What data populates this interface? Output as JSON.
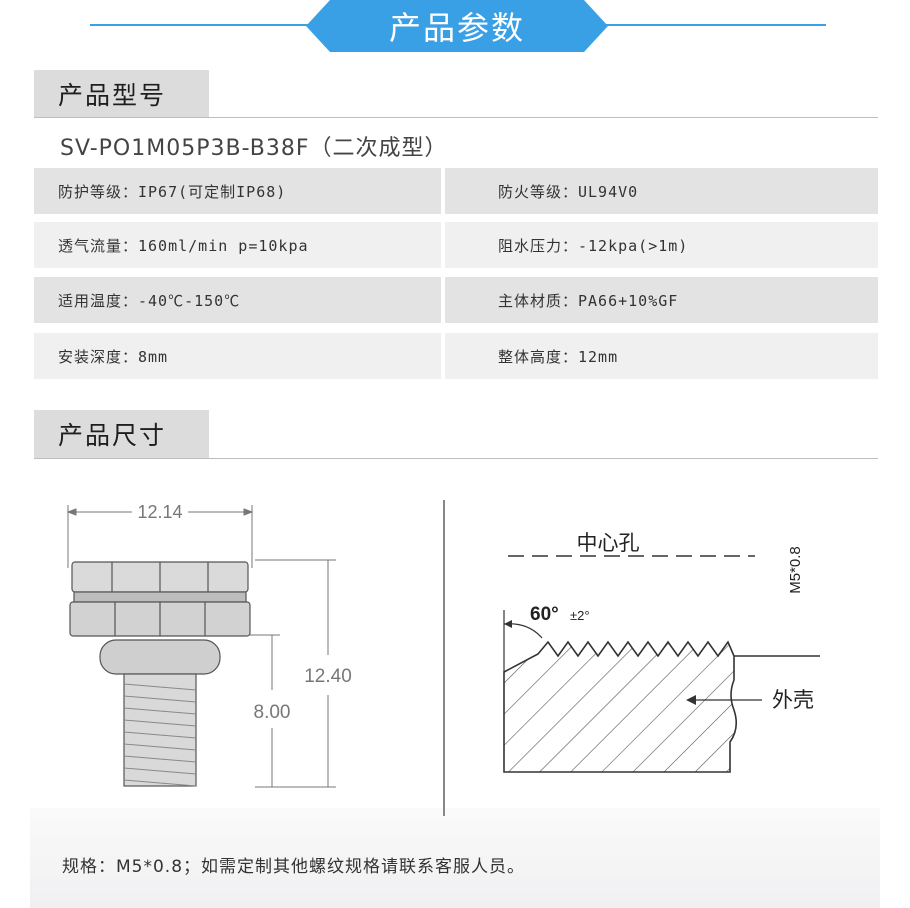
{
  "header": {
    "title": "产品参数"
  },
  "section_model": {
    "title": "产品型号",
    "model": "SV-PO1M05P3B-B38F（二次成型）"
  },
  "specs": [
    {
      "left": "防护等级：IP67(可定制IP68)",
      "right": "防火等级：UL94V0"
    },
    {
      "left": "透气流量：160ml/min p=10kpa",
      "right": "阻水压力：-12kpa(>1m)"
    },
    {
      "left": "适用温度：-40℃-150℃",
      "right": "主体材质：PA66+10%GF"
    },
    {
      "left": "安装深度：8mm",
      "right": "整体高度：12mm"
    }
  ],
  "section_size": {
    "title": "产品尺寸"
  },
  "drawing_left": {
    "width_dim": "12.14",
    "height_dim": "12.40",
    "thread_dim": "8.00"
  },
  "drawing_right": {
    "center_hole": "中心孔",
    "angle": "60°",
    "tolerance": "±2°",
    "thread_label": "M5*0.8",
    "shell_label": "外壳"
  },
  "note": "规格：M5*0.8；如需定制其他螺纹规格请联系客服人员。"
}
